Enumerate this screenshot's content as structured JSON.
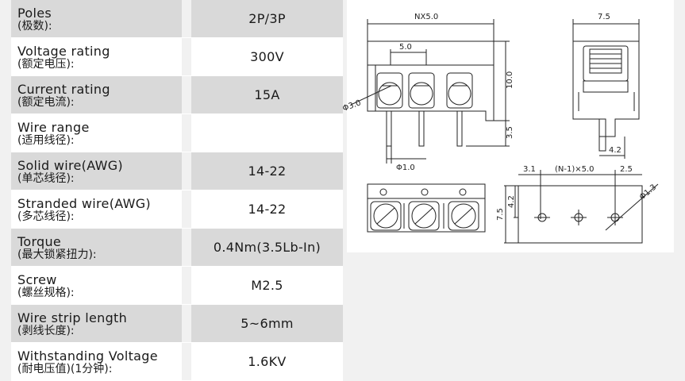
{
  "specs": [
    {
      "en": "Poles",
      "cn": "(极数):",
      "value": "2P/3P"
    },
    {
      "en": "Voltage rating",
      "cn": "(额定电压):",
      "value": "300V"
    },
    {
      "en": "Current rating",
      "cn": "(额定电流):",
      "value": "15A"
    },
    {
      "en": "Wire range",
      "cn": "(适用线径):",
      "value": ""
    },
    {
      "en": "Solid wire(AWG)",
      "cn": "(单芯线径):",
      "value": "14-22"
    },
    {
      "en": "Stranded wire(AWG)",
      "cn": "(多芯线径):",
      "value": "14-22"
    },
    {
      "en": "Torque",
      "cn": "(最大锁紧扭力):",
      "value": "0.4Nm(3.5Lb-In)"
    },
    {
      "en": "Screw",
      "cn": "(螺丝规格):",
      "value": "M2.5"
    },
    {
      "en": "Wire strip length",
      "cn": "(剥线长度):",
      "value": "5~6mm"
    },
    {
      "en": "Withstanding Voltage",
      "cn": "(耐电压值)(1分钟):",
      "value": "1.6KV"
    }
  ],
  "drawing": {
    "dims": {
      "nx": "NX5.0",
      "pitch": "5.0",
      "height": "10.0",
      "pin": "3.5",
      "hole": "Φ3.0",
      "pin_d": "Φ1.0",
      "depth": "7.5",
      "tail": "4.2",
      "bottom_left": "3.1",
      "bottom_pitch": "(N-1)×5.0",
      "bottom_right": "2.5",
      "pcb_hole": "Φ1.3",
      "bottom_h1": "4.2",
      "bottom_h2": "7.5"
    }
  }
}
